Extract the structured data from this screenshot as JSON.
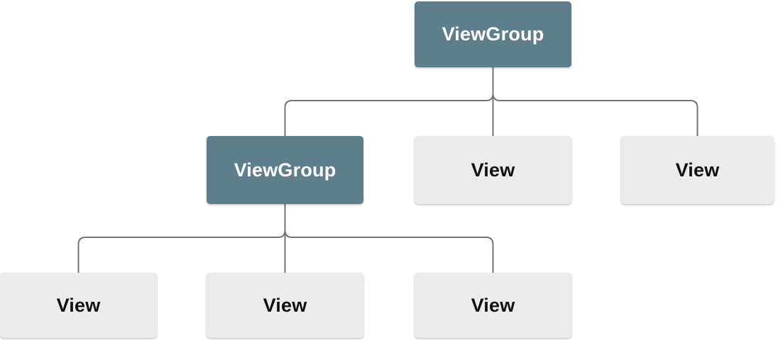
{
  "diagram": {
    "type": "tree",
    "description": "View hierarchy tree with ViewGroup and View nodes",
    "colors": {
      "viewgroup_bg": "#5f7e8c",
      "viewgroup_text": "#ffffff",
      "view_bg": "#ececec",
      "view_text": "#111111",
      "connector": "#757575",
      "background": "#ffffff"
    },
    "nodes": [
      {
        "id": "root-viewgroup",
        "label": "ViewGroup",
        "kind": "viewgroup",
        "level": 1
      },
      {
        "id": "child-viewgroup",
        "label": "ViewGroup",
        "kind": "viewgroup",
        "level": 2
      },
      {
        "id": "child-view-1",
        "label": "View",
        "kind": "view",
        "level": 2
      },
      {
        "id": "child-view-2",
        "label": "View",
        "kind": "view",
        "level": 2
      },
      {
        "id": "grandchild-view-1",
        "label": "View",
        "kind": "view",
        "level": 3
      },
      {
        "id": "grandchild-view-2",
        "label": "View",
        "kind": "view",
        "level": 3
      },
      {
        "id": "grandchild-view-3",
        "label": "View",
        "kind": "view",
        "level": 3
      }
    ],
    "edges": [
      {
        "from": "root-viewgroup",
        "to": "child-viewgroup"
      },
      {
        "from": "root-viewgroup",
        "to": "child-view-1"
      },
      {
        "from": "root-viewgroup",
        "to": "child-view-2"
      },
      {
        "from": "child-viewgroup",
        "to": "grandchild-view-1"
      },
      {
        "from": "child-viewgroup",
        "to": "grandchild-view-2"
      },
      {
        "from": "child-viewgroup",
        "to": "grandchild-view-3"
      }
    ]
  }
}
